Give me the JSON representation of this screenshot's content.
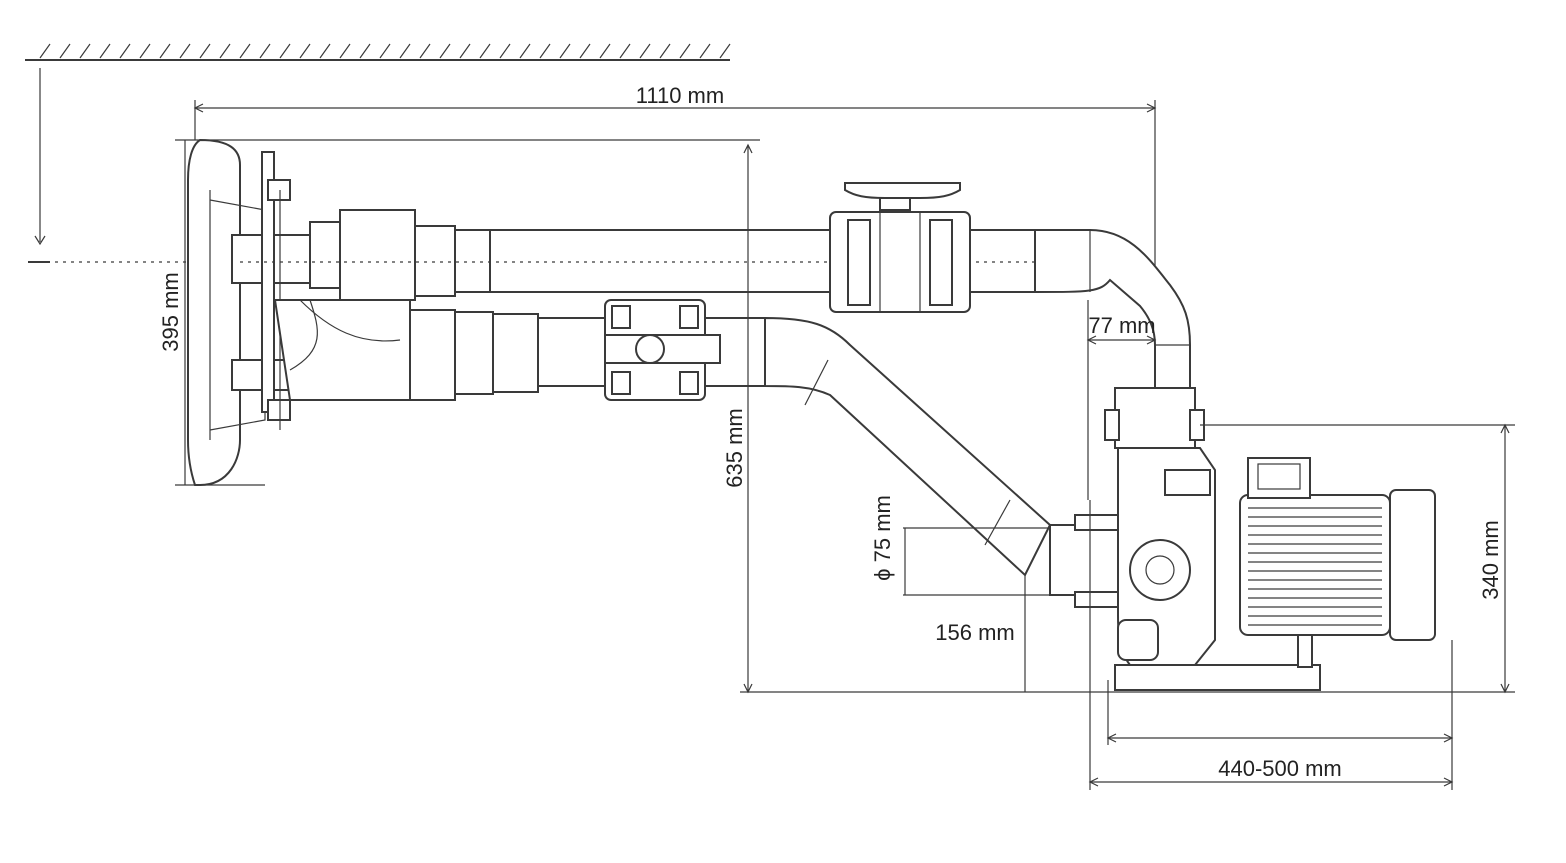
{
  "dimensions": {
    "overall_length": "1110 mm",
    "nozzle_height": "395 mm",
    "suction_height": "635 mm",
    "pipe_diameter": "ϕ 75 mm",
    "suction_offset": "156 mm",
    "elbow_offset": "77 mm",
    "pump_height": "340 mm",
    "pump_length": "440-500 mm"
  },
  "colors": {
    "line": "#3a3a3a",
    "text": "#222222",
    "background": "#ffffff"
  }
}
